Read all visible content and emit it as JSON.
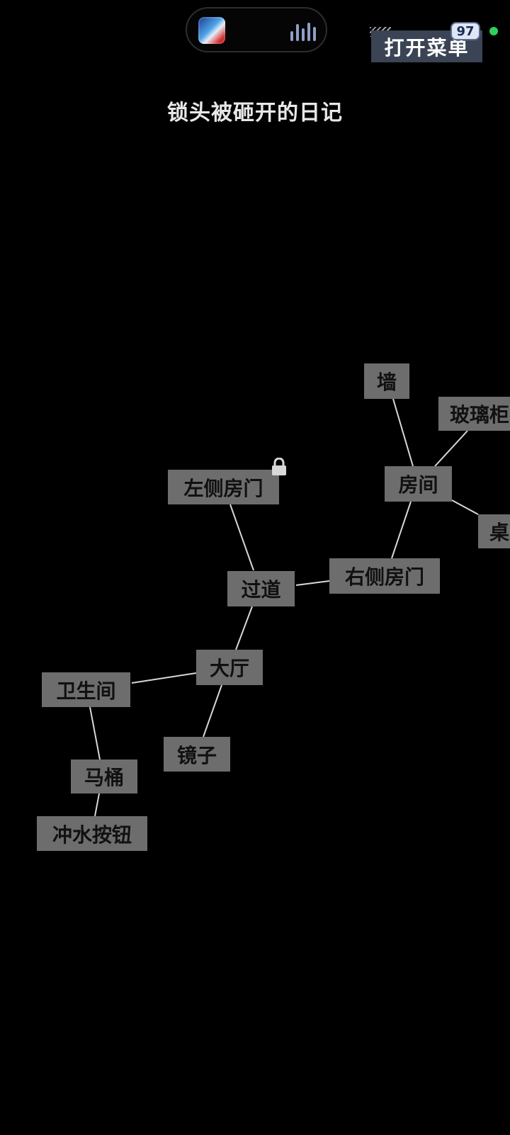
{
  "status_bar": {
    "badge_count": "97",
    "menu_label": "打开菜单",
    "live_activity_icon": "game-app-icon",
    "audio_icon": "audio-wave-icon",
    "status_dot_color": "#2fd15a"
  },
  "page": {
    "title": "锁头被砸开的日记"
  },
  "map": {
    "nodes": {
      "wall": "墙",
      "glass_cabinet": "玻璃柜",
      "room": "房间",
      "table": "桌",
      "left_door": "左侧房门",
      "right_door": "右侧房门",
      "corridor": "过道",
      "hall": "大厅",
      "bathroom": "卫生间",
      "mirror": "镜子",
      "toilet": "马桶",
      "flush_button": "冲水按钮"
    },
    "locked_node": "left_door",
    "lock_icon": "lock-icon",
    "node_color": "#6d6d6d",
    "line_color": "#d8d8d8"
  }
}
